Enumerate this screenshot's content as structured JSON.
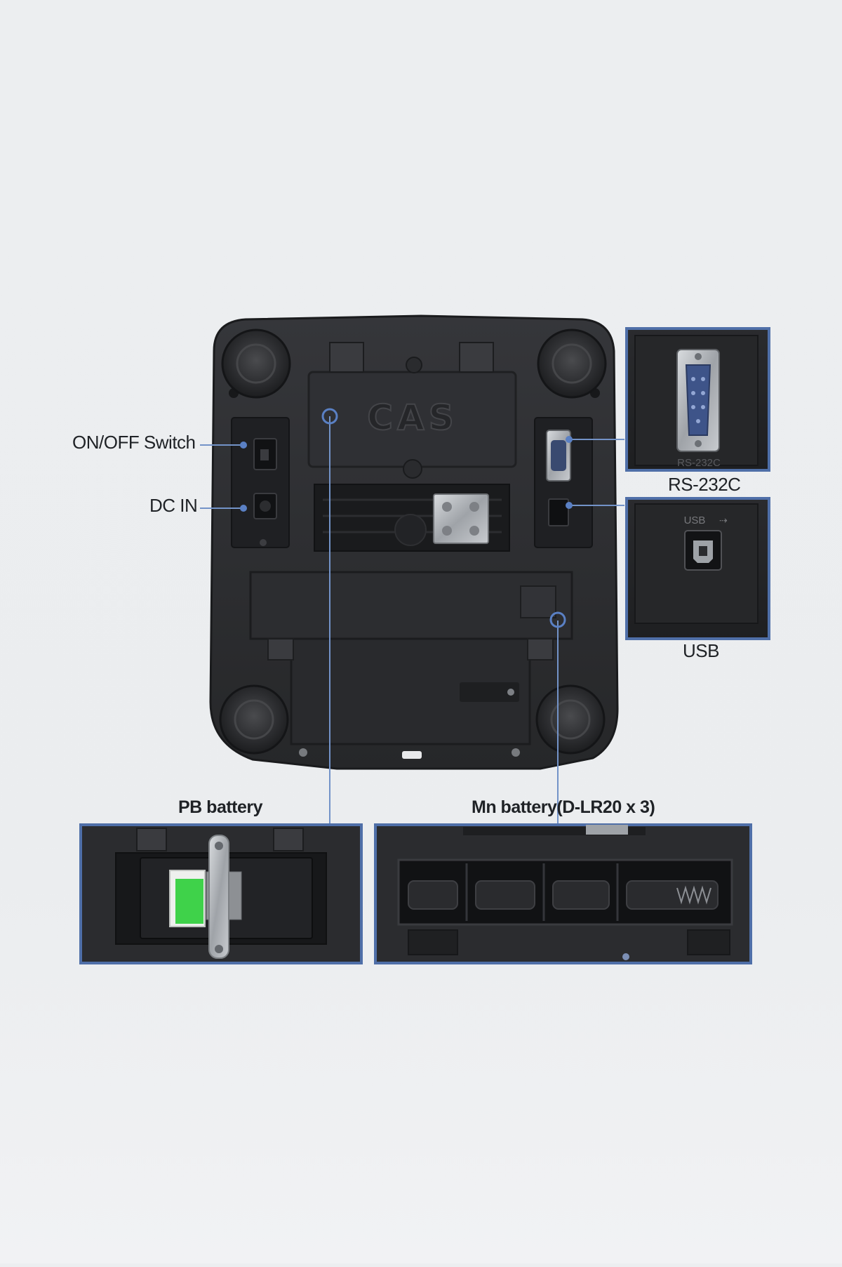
{
  "labels": {
    "on_off_switch": "ON/OFF Switch",
    "dc_in": "DC IN",
    "rs232c": "RS-232C",
    "usb": "USB",
    "pb_battery": "PB battery",
    "mn_battery": "Mn battery(D-LR20 x 3)"
  },
  "device_markings": {
    "brand": "CAS",
    "rs232c_port_print": "RS-232C",
    "usb_port_print": "USB"
  },
  "colors": {
    "background": "#eceef0",
    "device_body": "#2b2c2f",
    "callout_line": "#6f8fc4",
    "inset_frame": "#4f6fa8",
    "battery_label": "#3fd24a"
  }
}
